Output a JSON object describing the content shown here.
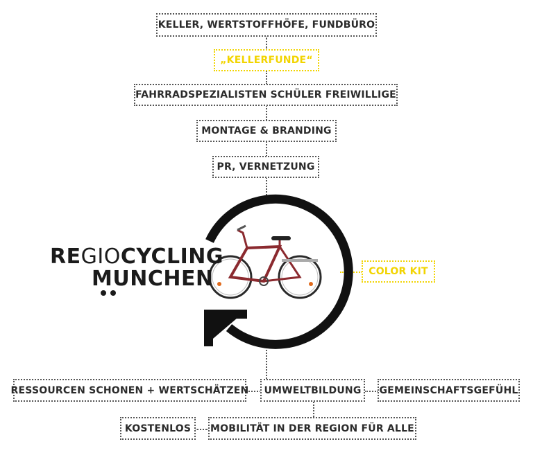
{
  "top_chain": [
    {
      "label": "KELLER, WERTSTOFFHÖFE, FUNDBÜRO",
      "highlight": false
    },
    {
      "label": "„KELLERFUNDE“",
      "highlight": true
    },
    {
      "label": "FAHRRADSPEZIALISTEN SCHÜLER FREIWILLIGE",
      "highlight": false
    },
    {
      "label": "MONTAGE & BRANDING",
      "highlight": false
    },
    {
      "label": "PR, VERNETZUNG",
      "highlight": false
    }
  ],
  "logo": {
    "part1": "RE",
    "part2": "GIO",
    "part3": "CYCLING",
    "line2": "MUNCHEN"
  },
  "side_label": "COLOR KIT",
  "bottom_row1": {
    "left": "RESSOURCEN SCHONEN + WERTSCHÄTZEN",
    "center": "UMWELTBILDUNG",
    "right": "GEMEINSCHAFTSGEFÜHL"
  },
  "bottom_row2": {
    "left": "KOSTENLOS",
    "right": "MOBILITÄT IN DER REGION FÜR ALLE"
  },
  "colors": {
    "accent_yellow": "#f2d400",
    "text_dark": "#2b2b2b",
    "cycle_arrow": "#111111",
    "bike_frame": "#8b2a2f"
  },
  "icons": [
    "cycle-arrow-icon",
    "bicycle-icon"
  ]
}
